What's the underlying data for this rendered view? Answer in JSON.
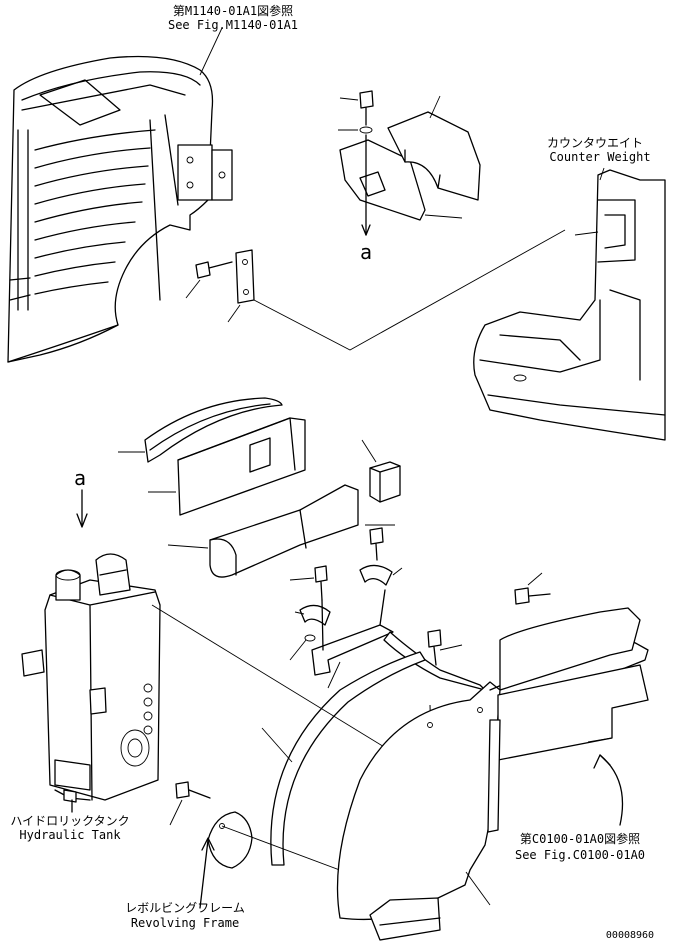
{
  "refs": {
    "top_jp": "第M1140-01A1図参照",
    "top_en": "See Fig.M1140-01A1",
    "bottom_jp": "第C0100-01A0図参照",
    "bottom_en": "See Fig.C0100-01A0"
  },
  "parts": {
    "counterweight_jp": "カウンタウエイト",
    "counterweight_en": "Counter Weight",
    "tank_jp": "ハイドロリックタンク",
    "tank_en": "Hydraulic Tank",
    "frame_jp": "レボルビングフレーム",
    "frame_en": "Revolving Frame"
  },
  "markers": {
    "a_top": "a",
    "a_left": "a"
  },
  "drawing_number": "00008960"
}
